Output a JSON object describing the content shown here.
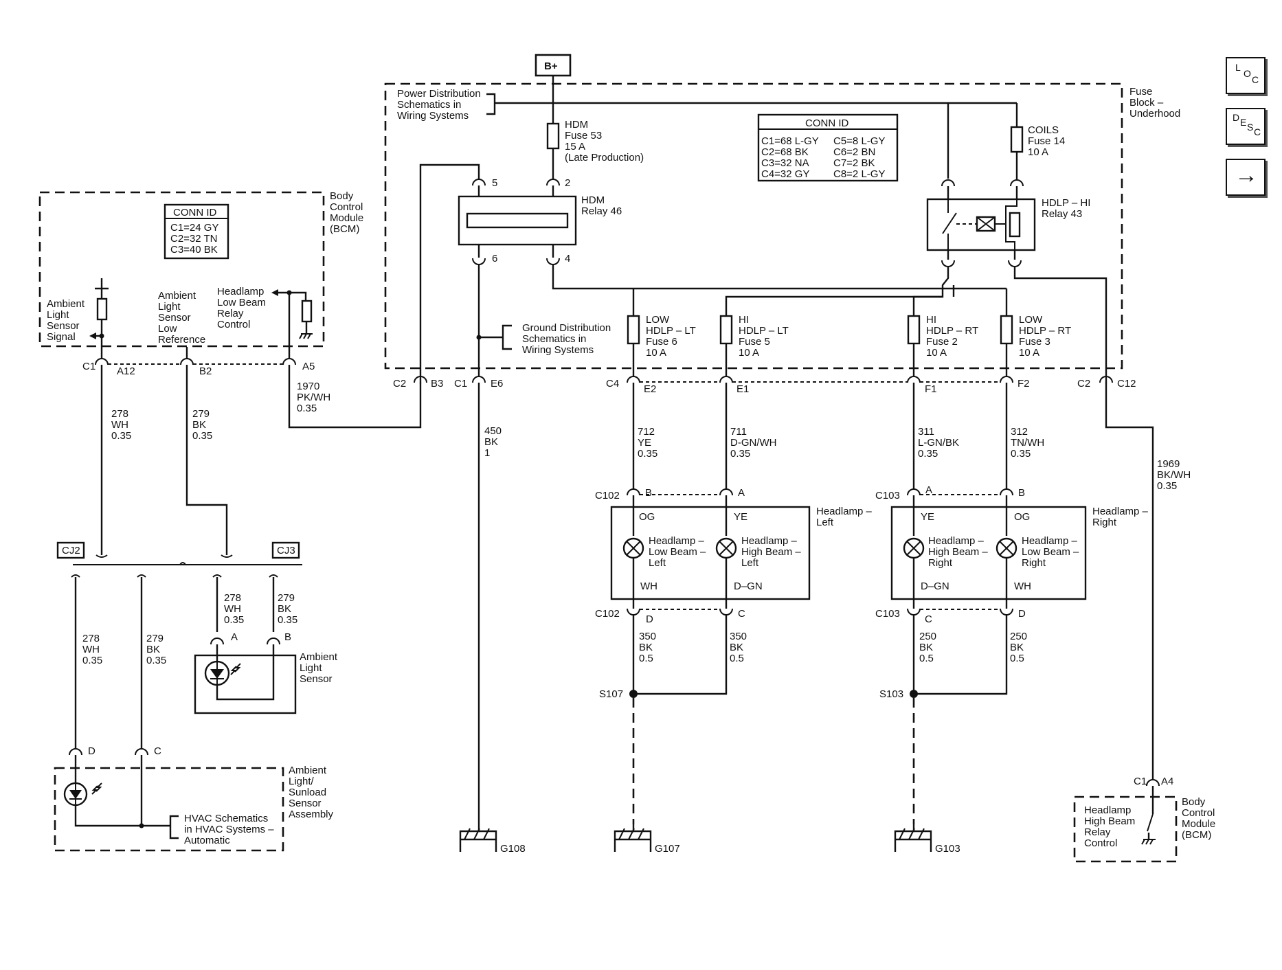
{
  "nav": {
    "loc": [
      "L",
      "O",
      "C"
    ],
    "desc": [
      "D",
      "E",
      "S",
      "C"
    ],
    "arrow": "→"
  },
  "top": {
    "bplus": "B+",
    "power_dist": [
      "Power Distribution",
      "Schematics in",
      "Wiring Systems"
    ],
    "fuse_block": [
      "Fuse",
      "Block –",
      "Underhood"
    ],
    "hdm_fuse": [
      "HDM",
      "Fuse 53",
      "15 A",
      "(Late Production)"
    ],
    "coils_fuse": [
      "COILS",
      "Fuse 14",
      "10 A"
    ],
    "conn_id_title": "CONN ID",
    "conn_id_rows": [
      [
        "C1=68 L-GY",
        "C5=8 L-GY"
      ],
      [
        "C2=68 BK",
        "C6=2 BN"
      ],
      [
        "C3=32 NA",
        "C7=2 BK"
      ],
      [
        "C4=32 GY",
        "C8=2 L-GY"
      ]
    ],
    "hdm_relay": [
      "HDM",
      "Relay 46"
    ],
    "hdlp_relay": [
      "HDLP – HI",
      "Relay 43"
    ],
    "pins": {
      "p5": "5",
      "p2": "2",
      "p6": "6",
      "p4": "4"
    },
    "ground_dist": [
      "Ground Distribution",
      "Schematics in",
      "Wiring Systems"
    ],
    "fuses": [
      [
        "LOW",
        "HDLP – LT",
        "Fuse 6",
        "10 A"
      ],
      [
        "HI",
        "HDLP – LT",
        "Fuse 5",
        "10 A"
      ],
      [
        "HI",
        "HDLP – RT",
        "Fuse 2",
        "10 A"
      ],
      [
        "LOW",
        "HDLP – RT",
        "Fuse 3",
        "10 A"
      ]
    ]
  },
  "bcm": {
    "label": [
      "Body",
      "Control",
      "Module",
      "(BCM)"
    ],
    "conn_title": "CONN ID",
    "conn_rows": [
      "C1=24 GY",
      "C2=32 TN",
      "C3=40 BK"
    ],
    "ambient_signal": [
      "Ambient",
      "Light",
      "Sensor",
      "Signal"
    ],
    "ambient_low_ref": [
      "Ambient",
      "Light",
      "Sensor",
      "Low",
      "Reference"
    ],
    "hl_low_beam": [
      "Headlamp",
      "Low Beam",
      "Relay",
      "Control"
    ],
    "conn_c1": "C1",
    "pin_a12": "A12",
    "pin_b2": "B2",
    "pin_a5": "A5"
  },
  "connectors": {
    "c2_b3": [
      "C2",
      "B3"
    ],
    "c1_e6": [
      "C1",
      "E6"
    ],
    "c4": "C4",
    "e2": "E2",
    "e1": "E1",
    "f1": "F1",
    "f2": "F2",
    "c2_c12": [
      "C2",
      "C12"
    ]
  },
  "wires": {
    "w278_a": [
      "278",
      "WH",
      "0.35"
    ],
    "w279_a": [
      "279",
      "BK",
      "0.35"
    ],
    "w1970": [
      "1970",
      "PK/WH",
      "0.35"
    ],
    "w450": [
      "450",
      "BK",
      "1"
    ],
    "w712": [
      "712",
      "YE",
      "0.35"
    ],
    "w711": [
      "711",
      "D-GN/WH",
      "0.35"
    ],
    "w311": [
      "311",
      "L-GN/BK",
      "0.35"
    ],
    "w312": [
      "312",
      "TN/WH",
      "0.35"
    ],
    "w1969": [
      "1969",
      "BK/WH",
      "0.35"
    ],
    "w278_b": [
      "278",
      "WH",
      "0.35"
    ],
    "w279_b": [
      "279",
      "BK",
      "0.35"
    ],
    "w278_c": [
      "278",
      "WH",
      "0.35"
    ],
    "w279_c": [
      "279",
      "BK",
      "0.35"
    ],
    "w350_a": [
      "350",
      "BK",
      "0.5"
    ],
    "w350_b": [
      "350",
      "BK",
      "0.5"
    ],
    "w250_a": [
      "250",
      "BK",
      "0.5"
    ],
    "w250_b": [
      "250",
      "BK",
      "0.5"
    ]
  },
  "headlamps": {
    "left_label": [
      "Headlamp –",
      "Left"
    ],
    "right_label": [
      "Headlamp –",
      "Right"
    ],
    "c102": "C102",
    "c103": "C103",
    "pin_b": "B",
    "pin_a": "A",
    "pin_d": "D",
    "pin_c": "C",
    "left_low": [
      "Headlamp –",
      "Low Beam –",
      "Left"
    ],
    "left_high": [
      "Headlamp –",
      "High Beam –",
      "Left"
    ],
    "right_high": [
      "Headlamp –",
      "High Beam –",
      "Right"
    ],
    "right_low": [
      "Headlamp –",
      "Low Beam –",
      "Right"
    ],
    "og": "OG",
    "ye": "YE",
    "wh": "WH",
    "dgn": "D–GN"
  },
  "grounds": {
    "s107": "S107",
    "s103": "S103",
    "g108": "G108",
    "g107": "G107",
    "g103": "G103"
  },
  "sensors": {
    "cj2": "CJ2",
    "cj3": "CJ3",
    "ambient_sensor": [
      "Ambient",
      "Light",
      "Sensor"
    ],
    "sunload": [
      "Ambient",
      "Light/",
      "Sunload",
      "Sensor",
      "Assembly"
    ],
    "hvac": [
      "HVAC Schematics",
      "in HVAC Systems –",
      "Automatic"
    ],
    "pin_a": "A",
    "pin_b": "B",
    "pin_d": "D",
    "pin_c": "C"
  },
  "bcm2": {
    "relay_ctrl": [
      "Headlamp",
      "High Beam",
      "Relay",
      "Control"
    ],
    "label": [
      "Body",
      "Control",
      "Module",
      "(BCM)"
    ],
    "c1": "C1",
    "a4": "A4"
  }
}
